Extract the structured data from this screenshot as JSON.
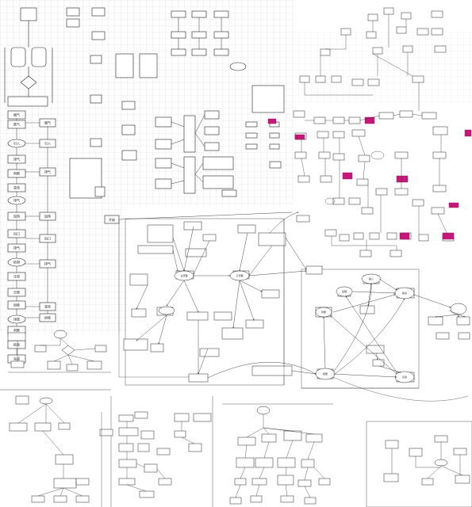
{
  "left_flow": [
    {
      "id": "l1",
      "label": "烟气"
    },
    {
      "id": "l2",
      "label": "氮气"
    },
    {
      "id": "l3",
      "label": "引入"
    },
    {
      "id": "l4",
      "label": "排气"
    },
    {
      "id": "l5",
      "label": "判断"
    },
    {
      "id": "l6",
      "label": "混合"
    },
    {
      "id": "l7",
      "label": "排气"
    },
    {
      "id": "l8",
      "label": "加热"
    },
    {
      "id": "l9",
      "label": "出口"
    },
    {
      "id": "l10",
      "label": "排气"
    },
    {
      "id": "l11",
      "label": "检测"
    },
    {
      "id": "l12",
      "label": "冷却"
    },
    {
      "id": "l13",
      "label": "分离"
    },
    {
      "id": "l14",
      "label": "回收"
    },
    {
      "id": "l15",
      "label": "排放"
    },
    {
      "id": "l16",
      "label": "判断"
    },
    {
      "id": "l17",
      "label": "结束"
    },
    {
      "id": "l18",
      "label": "完成"
    }
  ],
  "second_col": [
    {
      "id": "c1",
      "label": "烟气"
    },
    {
      "id": "c2",
      "label": "引入"
    },
    {
      "id": "c3",
      "label": "排气"
    },
    {
      "id": "c4",
      "label": "加热"
    },
    {
      "id": "c5",
      "label": "出口"
    },
    {
      "id": "c6",
      "label": "排气"
    },
    {
      "id": "c7",
      "label": "混合"
    },
    {
      "id": "c8",
      "label": "回收"
    }
  ],
  "magenta_labels": [
    "",
    "",
    "",
    "",
    "",
    "",
    "",
    "",
    ""
  ],
  "center_labels": {
    "start_box": "开始",
    "hub_left": "主流程",
    "hub_right": "子流程",
    "node_a": "输入",
    "node_b": "处理",
    "node_c": "输出",
    "node_d": "判断",
    "node_e": "结果",
    "node_f": "反馈"
  }
}
